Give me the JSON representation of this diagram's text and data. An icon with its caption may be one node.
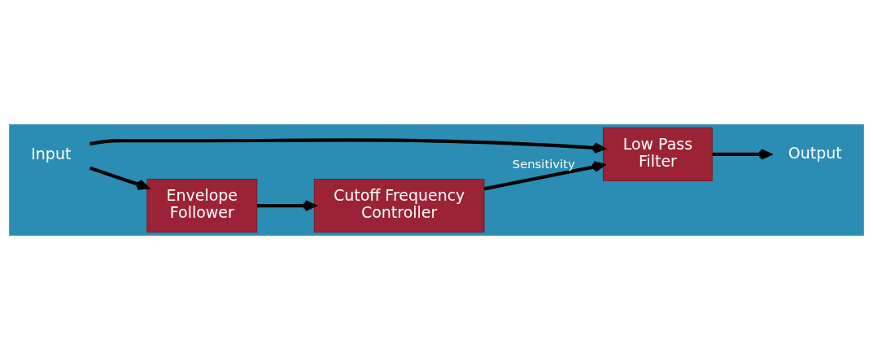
{
  "diagram": {
    "nodes": [
      {
        "text": [
          "Input"
        ]
      },
      {
        "text": [
          "Low Pass Filter"
        ]
      },
      {
        "text": [
          "Output"
        ]
      },
      {
        "text": [
          "Envelope Follower"
        ]
      },
      {
        "text": [
          "Cutoff Frequency Controller"
        ]
      }
    ],
    "edges": [
      {
        "from": 0,
        "to": 1,
        "arrow": "to"
      },
      {
        "from": 0,
        "to": 3,
        "arrow": "to"
      },
      {
        "from": 1,
        "to": 2,
        "arrow": "to"
      },
      {
        "from": 3,
        "to": 4,
        "arrow": "to"
      },
      {
        "from": 4,
        "to": 1,
        "arrow": "to",
        "label": "Sensitivity"
      }
    ]
  }
}
